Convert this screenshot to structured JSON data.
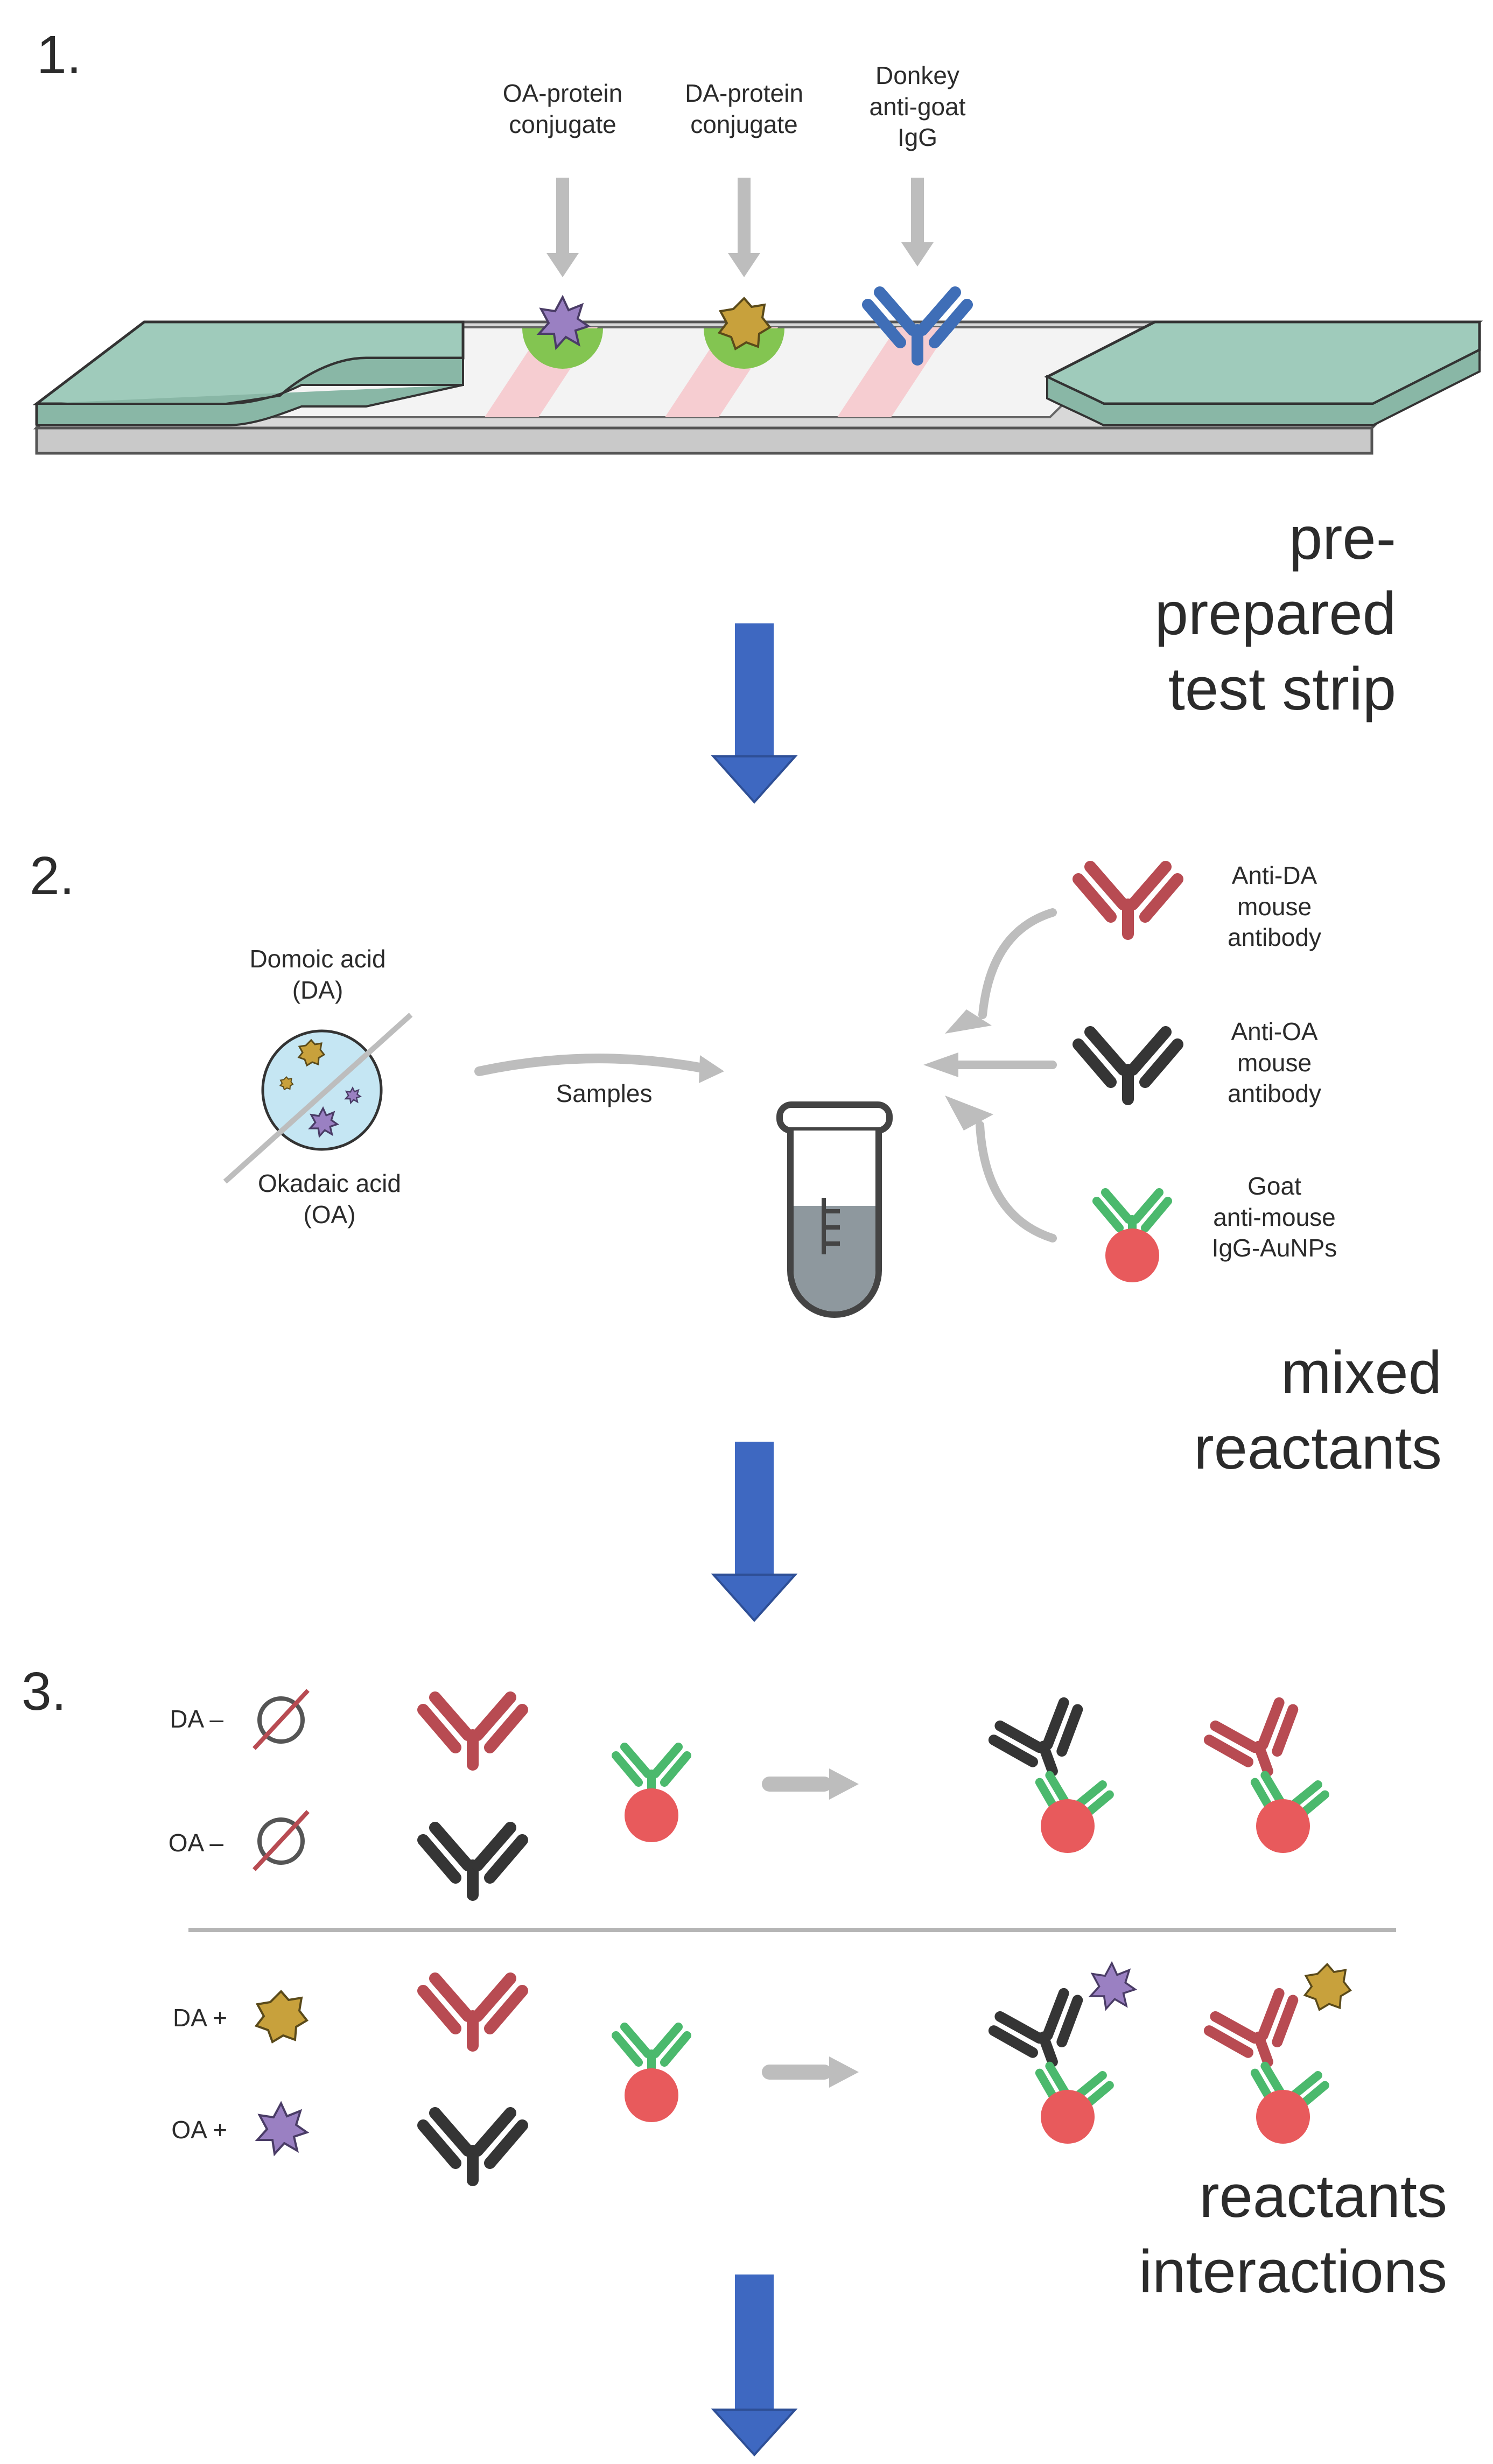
{
  "colors": {
    "arrow_blue": "#3e68c1",
    "strip_green": "#9fcbbb",
    "strip_base": "#c9c9c9",
    "band_pink": "#f6cdd1",
    "conjugate_green": "#83c551",
    "antibody_blue": "#3f6eb7",
    "antibody_red": "#b84b52",
    "antibody_black": "#353535",
    "antibody_green": "#4bb96d",
    "gold_nanoparticle": "#e85a5c",
    "da_molecule": "#c8a13c",
    "oa_molecule": "#9a80c2",
    "gray_arrow": "#bdbdbd",
    "sample_circle": "#c5e6f3"
  },
  "step1": {
    "number": "1.",
    "oa_conjugate": "OA-protein\nconjugate",
    "da_conjugate": "DA-protein\nconjugate",
    "donkey_igg": "Donkey\nanti-goat\nIgG",
    "caption": "pre-prepared test strip"
  },
  "step2": {
    "number": "2.",
    "domoic_acid": "Domoic acid\n(DA)",
    "okadaic_acid": "Okadaic acid\n(OA)",
    "samples": "Samples",
    "anti_da": "Anti-DA\nmouse\nantibody",
    "anti_oa": "Anti-OA\nmouse\nantibody",
    "goat_aunp": "Goat\nanti-mouse\nIgG-AuNPs",
    "caption": "mixed reactants"
  },
  "step3": {
    "number": "3.",
    "da_minus": "DA –",
    "oa_minus": "OA –",
    "da_plus": "DA +",
    "oa_plus": "OA +",
    "caption": "reactants interactions"
  }
}
